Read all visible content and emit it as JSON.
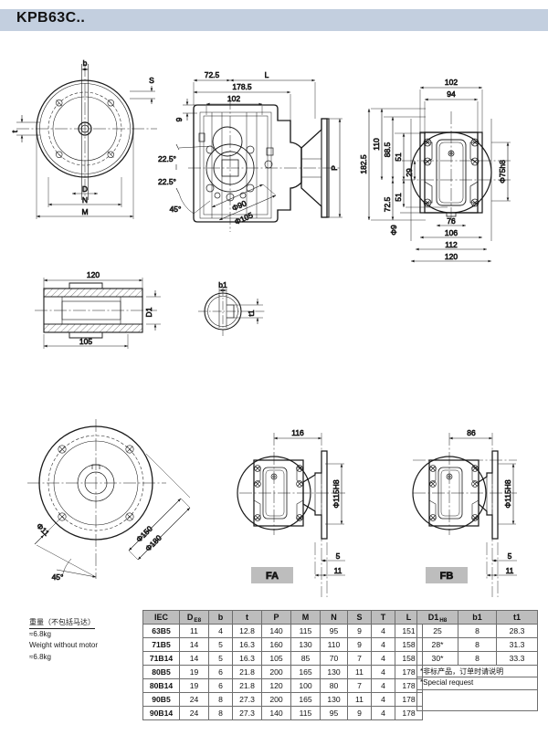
{
  "title": "KPB63C..",
  "weight_note": {
    "cn_label": "重量（不包括马达）",
    "cn_value": "≈6.8kg",
    "en_label": "Weight without motor",
    "en_value": "≈6.8kg"
  },
  "views": {
    "motor_flange": {
      "labels": [
        "b",
        "S",
        "t",
        "D",
        "N",
        "M"
      ]
    },
    "side_view": {
      "dims": [
        "72.5",
        "L",
        "178.5",
        "102",
        "9",
        "22.5°",
        "22.5°",
        "45°",
        "Φ90",
        "Φ105",
        "P"
      ]
    },
    "plan_view": {
      "dims": [
        "102",
        "94",
        "182.5",
        "110",
        "88.5",
        "51",
        "29",
        "51",
        "72.5",
        "Φ9",
        "Φ75h8",
        "76",
        "106",
        "112",
        "120"
      ]
    },
    "shaft_view": {
      "dims": [
        "120",
        "105",
        "D1",
        "b1",
        "t1"
      ]
    },
    "output_flange": {
      "dims": [
        "Φ11",
        "Φ150",
        "Φ180",
        "45°"
      ]
    },
    "fa_view": {
      "label": "FA",
      "dims": [
        "116",
        "Φ115H8",
        "5",
        "11"
      ]
    },
    "fb_view": {
      "label": "FB",
      "dims": [
        "86",
        "Φ115H8",
        "5",
        "11"
      ]
    }
  },
  "table_main": {
    "headers": [
      "IEC",
      "D",
      "b",
      "t",
      "P",
      "M",
      "N",
      "S",
      "T",
      "L"
    ],
    "header_sub": {
      "D": "E8"
    },
    "rows": [
      [
        "63B5",
        "11",
        "4",
        "12.8",
        "140",
        "115",
        "95",
        "9",
        "4",
        "151"
      ],
      [
        "71B5",
        "14",
        "5",
        "16.3",
        "160",
        "130",
        "110",
        "9",
        "4",
        "158"
      ],
      [
        "71B14",
        "14",
        "5",
        "16.3",
        "105",
        "85",
        "70",
        "7",
        "4",
        "158"
      ],
      [
        "80B5",
        "19",
        "6",
        "21.8",
        "200",
        "165",
        "130",
        "11",
        "4",
        "178"
      ],
      [
        "80B14",
        "19",
        "6",
        "21.8",
        "120",
        "100",
        "80",
        "7",
        "4",
        "178"
      ],
      [
        "90B5",
        "24",
        "8",
        "27.3",
        "200",
        "165",
        "130",
        "11",
        "4",
        "178"
      ],
      [
        "90B14",
        "24",
        "8",
        "27.3",
        "140",
        "115",
        "95",
        "9",
        "4",
        "178"
      ]
    ]
  },
  "table_aux": {
    "headers": [
      "D1",
      "b1",
      "t1"
    ],
    "header_sub": {
      "D1": "H8"
    },
    "rows": [
      [
        "25",
        "8",
        "28.3"
      ],
      [
        "28*",
        "8",
        "31.3"
      ],
      [
        "30*",
        "8",
        "33.3"
      ]
    ],
    "note_cn": "*非标产品，订单时请说明",
    "note_en": "*Special request"
  },
  "colors": {
    "title_bar": "#c3cfdf",
    "table_header": "#bdbdbd",
    "line": "#1a1a1a",
    "badge": "#bdbdbd"
  }
}
